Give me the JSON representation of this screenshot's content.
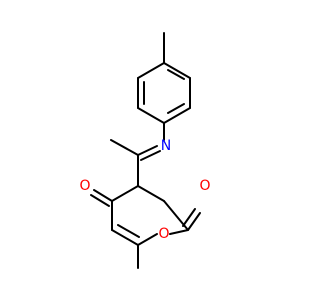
{
  "molecule": {
    "colors": {
      "bond": "#000000",
      "nitrogen": "#0000ff",
      "oxygen": "#ff0000",
      "background": "#ffffff"
    },
    "atoms": {
      "N": "N",
      "O_ketone": "O",
      "O_ring": "O",
      "O_lactone": "O"
    }
  }
}
